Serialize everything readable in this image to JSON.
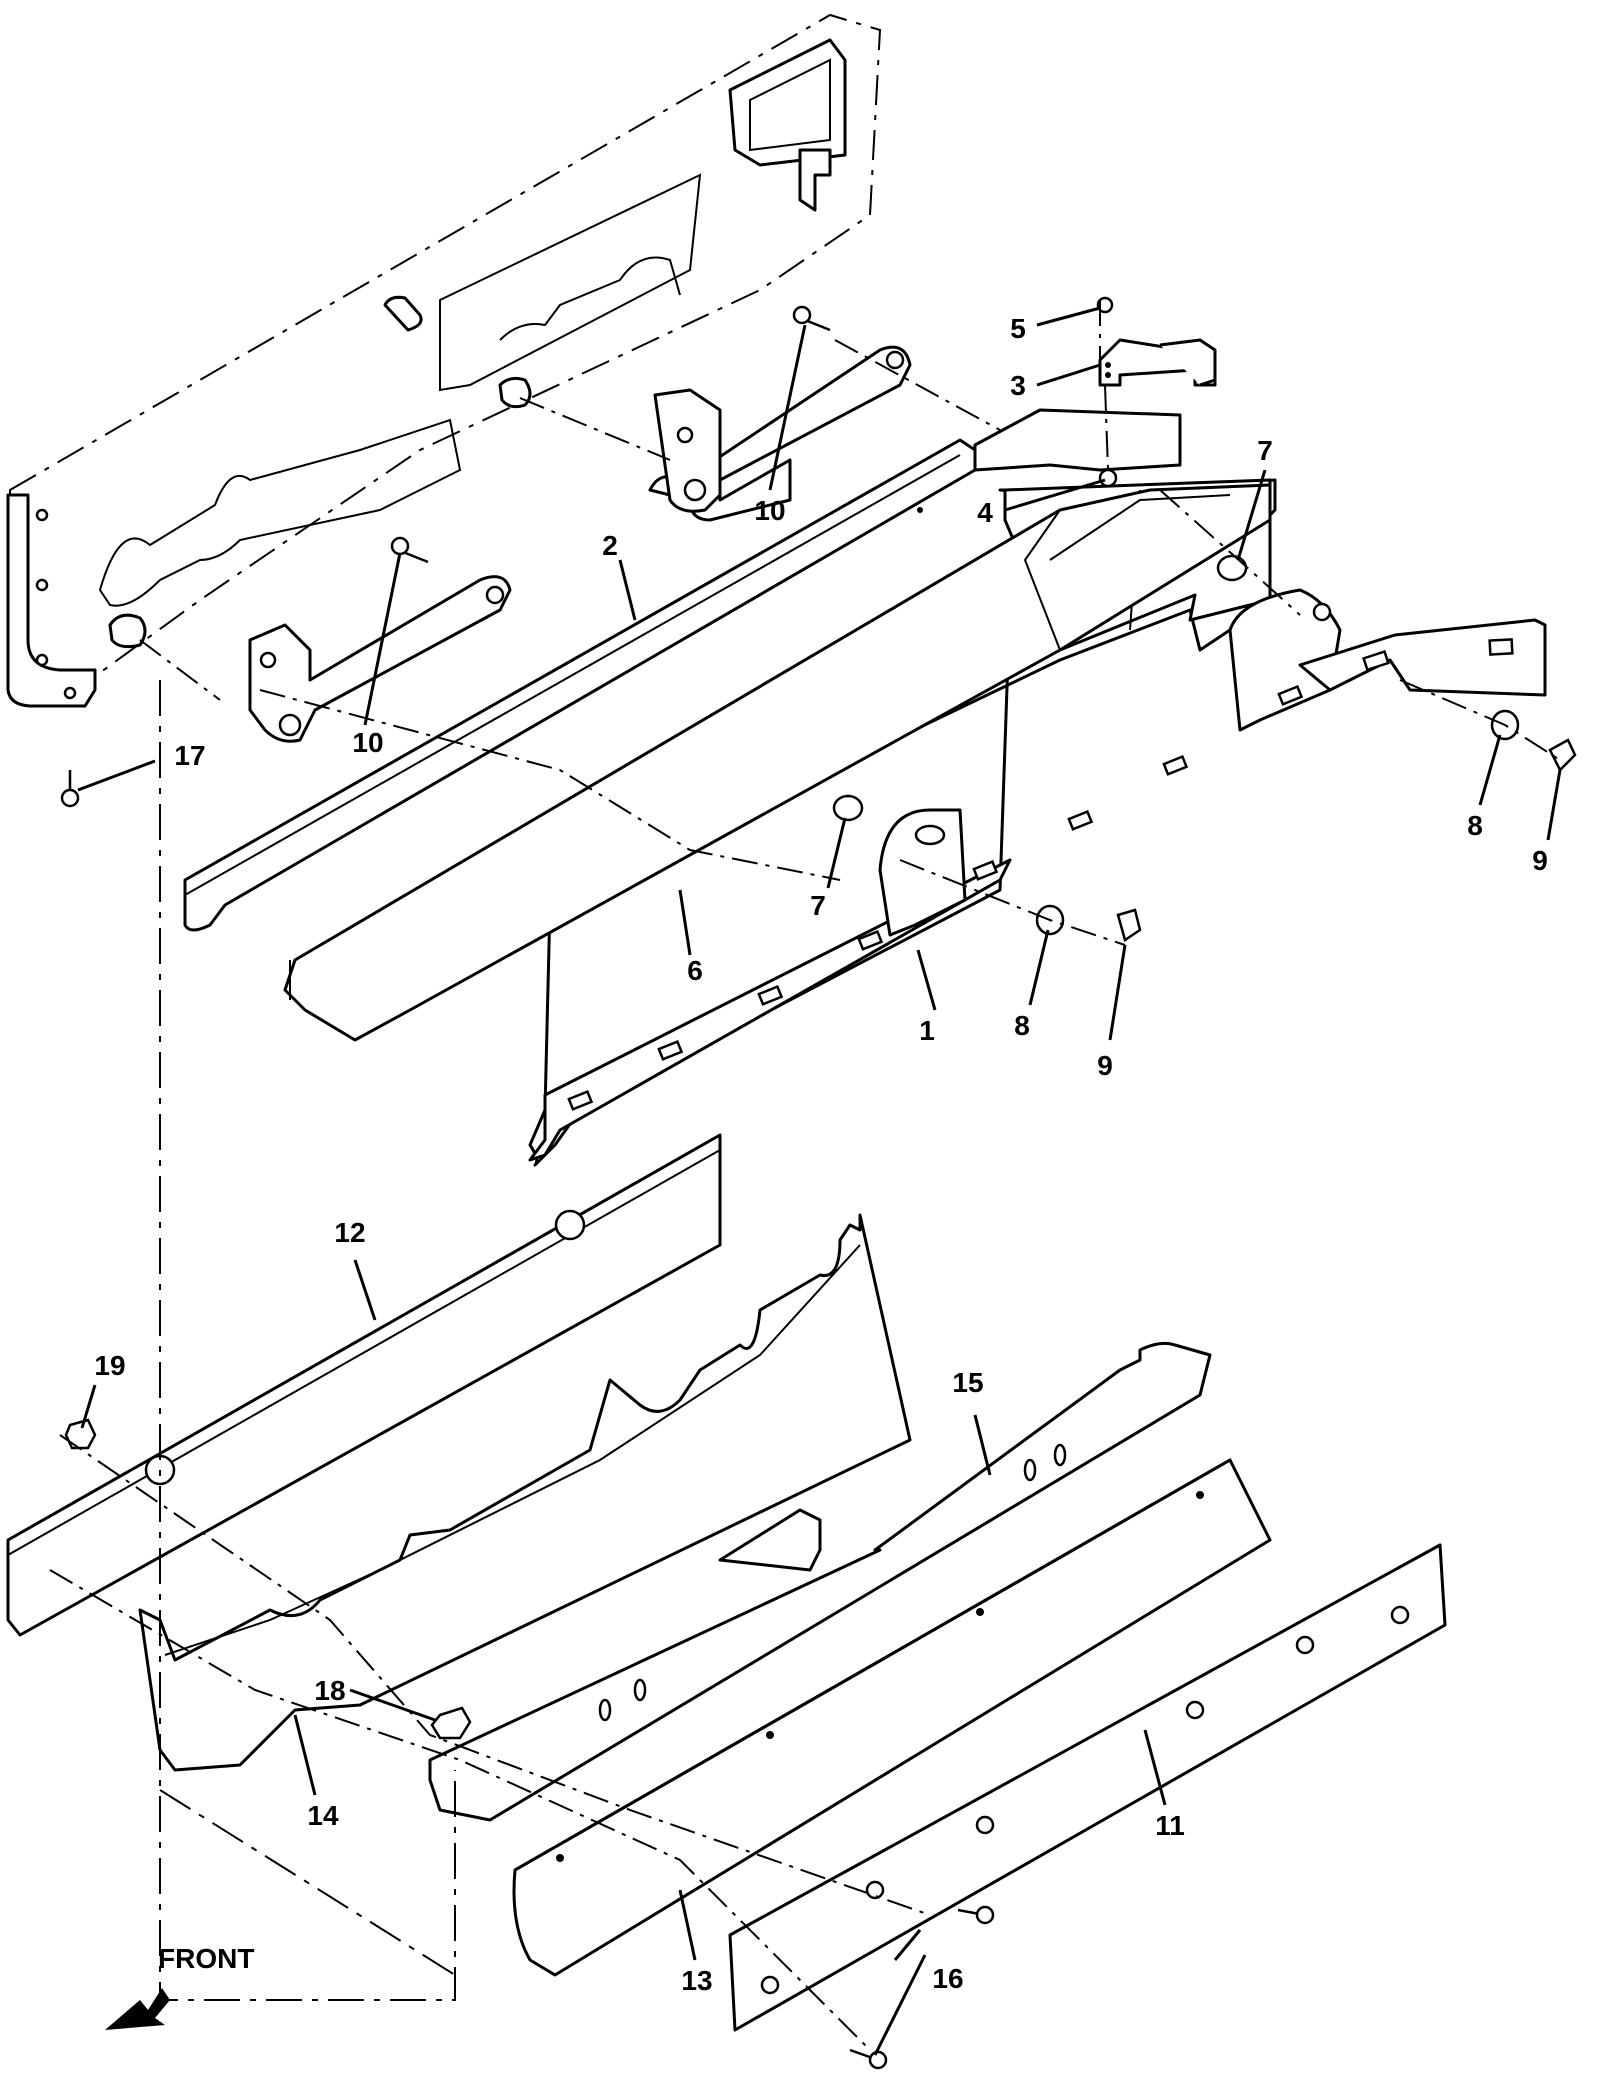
{
  "callouts": [
    {
      "id": "1",
      "label": "1"
    },
    {
      "id": "2",
      "label": "2"
    },
    {
      "id": "3",
      "label": "3"
    },
    {
      "id": "4",
      "label": "4"
    },
    {
      "id": "5",
      "label": "5"
    },
    {
      "id": "6",
      "label": "6"
    },
    {
      "id": "7a",
      "label": "7"
    },
    {
      "id": "7b",
      "label": "7"
    },
    {
      "id": "8a",
      "label": "8"
    },
    {
      "id": "8b",
      "label": "8"
    },
    {
      "id": "9a",
      "label": "9"
    },
    {
      "id": "9b",
      "label": "9"
    },
    {
      "id": "10a",
      "label": "10"
    },
    {
      "id": "10b",
      "label": "10"
    },
    {
      "id": "11",
      "label": "11"
    },
    {
      "id": "12",
      "label": "12"
    },
    {
      "id": "13",
      "label": "13"
    },
    {
      "id": "14",
      "label": "14"
    },
    {
      "id": "15",
      "label": "15"
    },
    {
      "id": "16",
      "label": "16"
    },
    {
      "id": "17",
      "label": "17"
    },
    {
      "id": "18",
      "label": "18"
    },
    {
      "id": "19",
      "label": "19"
    }
  ],
  "front_indicator": {
    "label": "FRONT",
    "icon": "front-arrow-icon"
  }
}
